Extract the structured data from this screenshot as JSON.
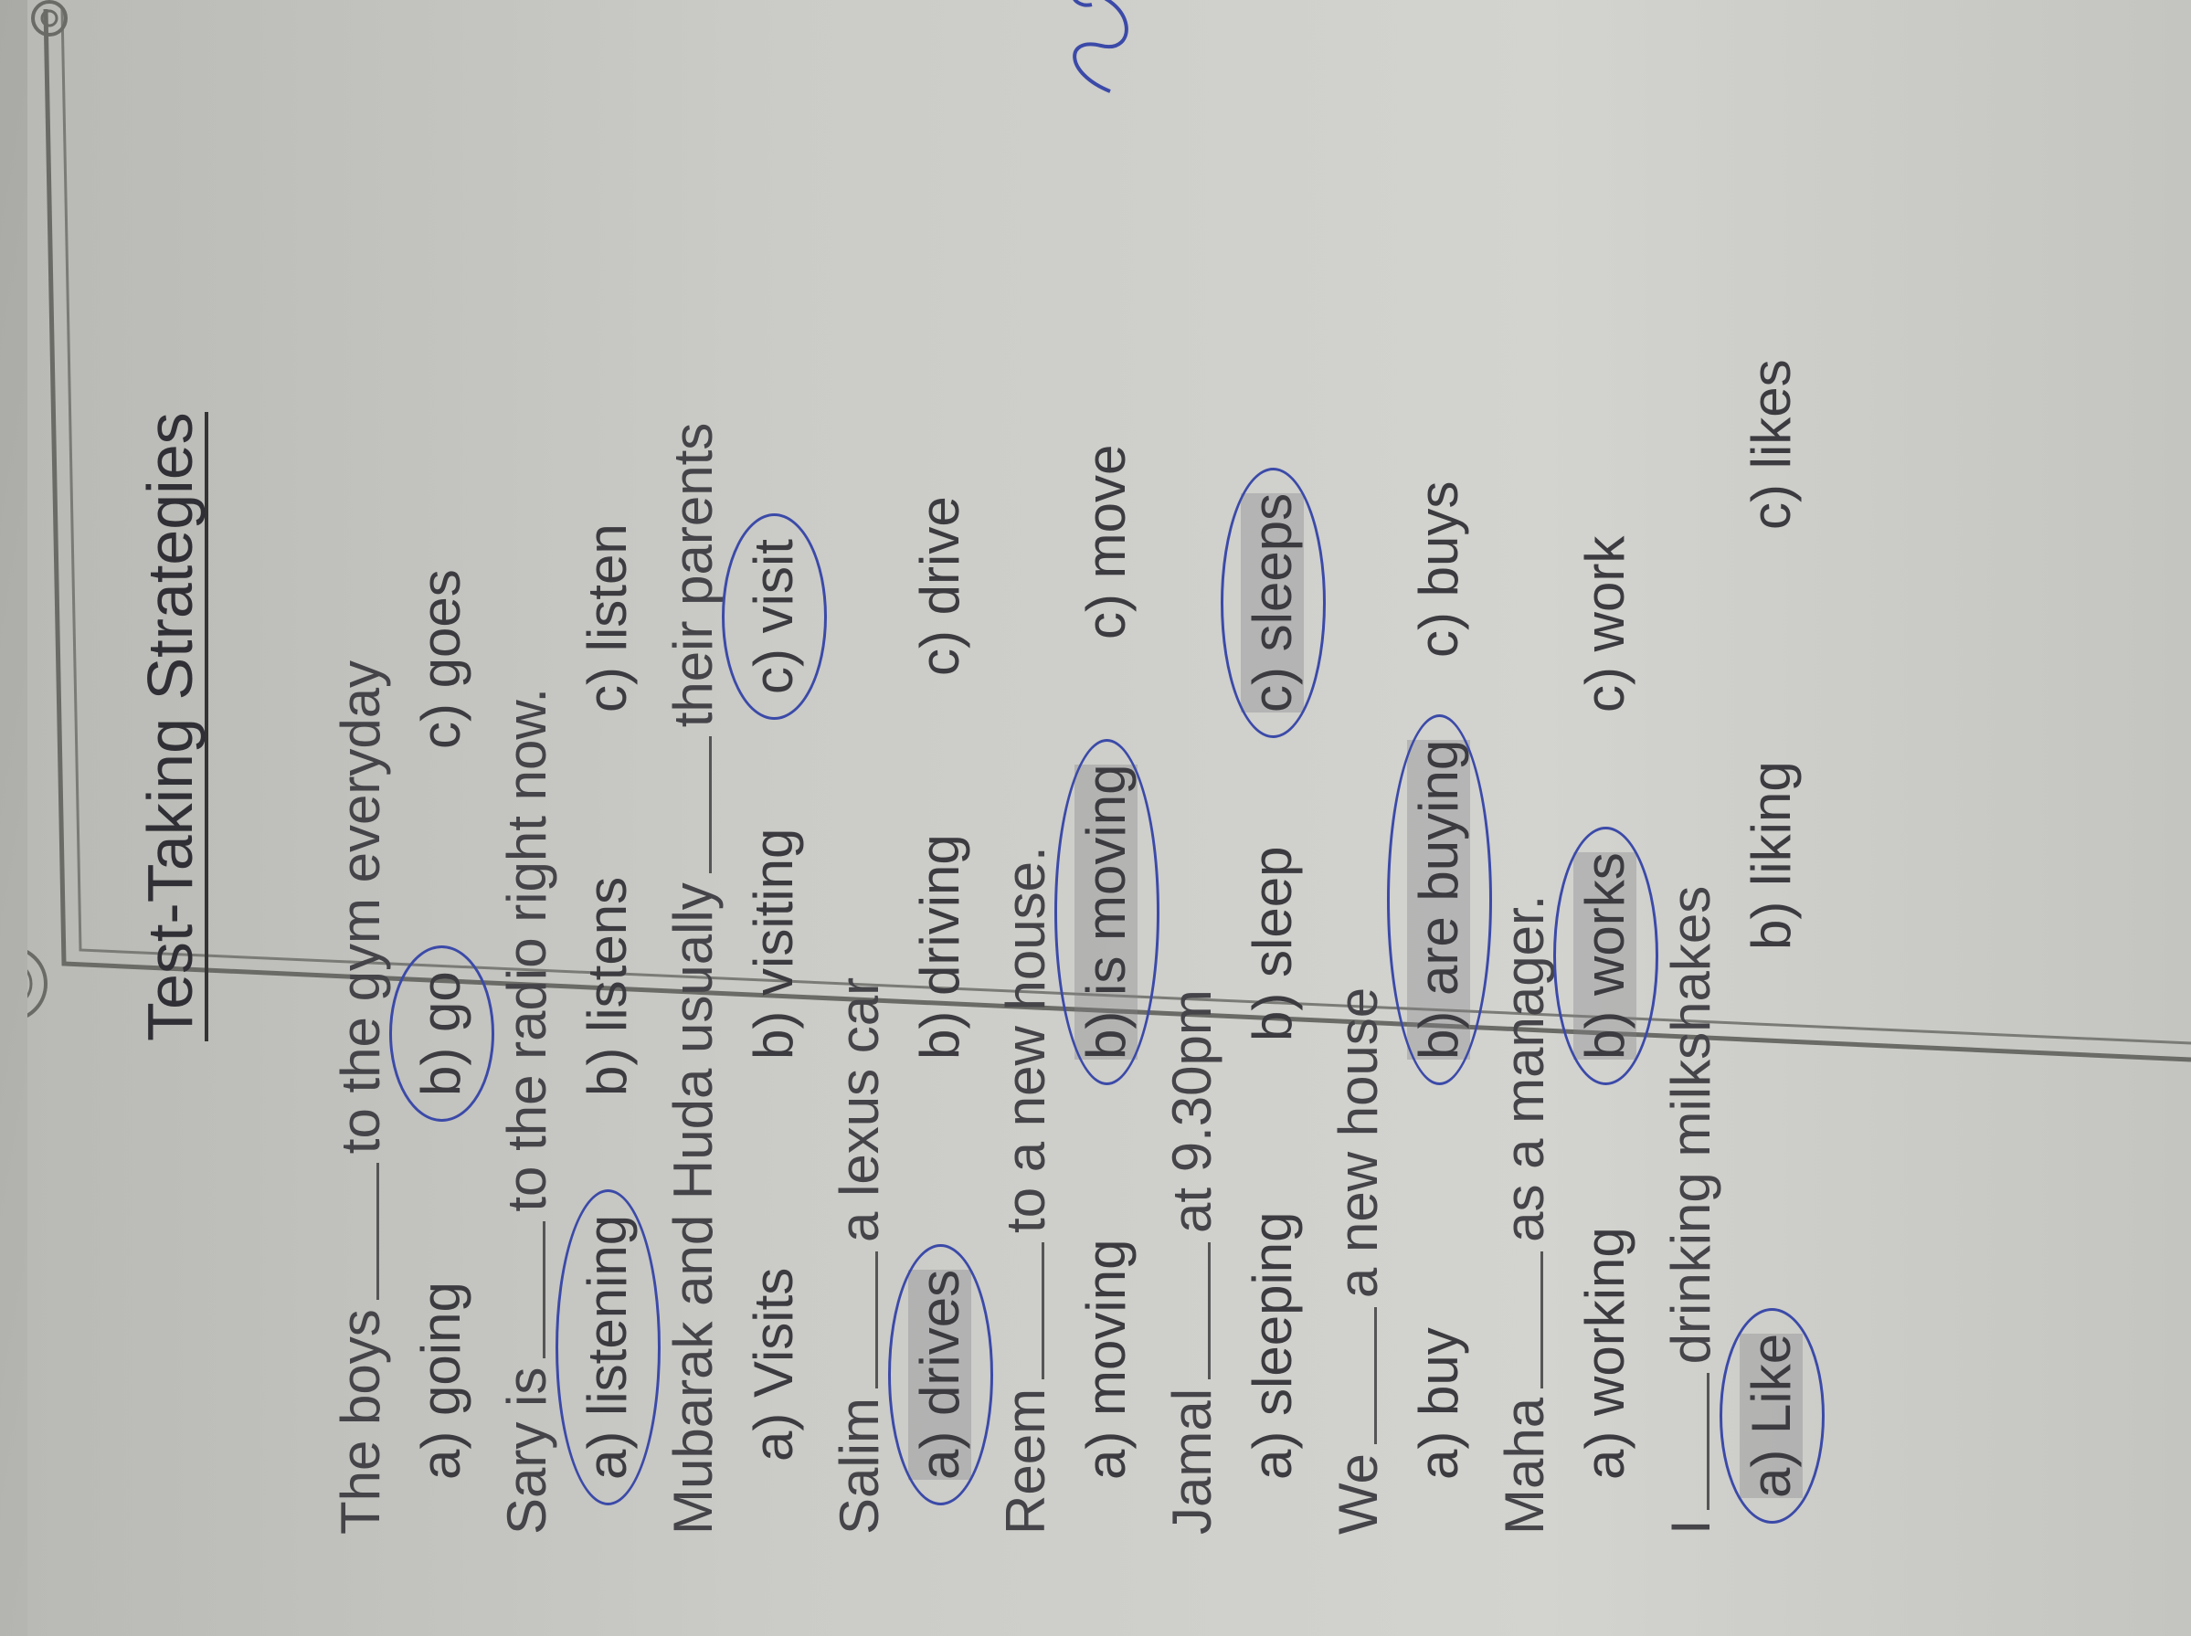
{
  "worksheet": {
    "title": "Test-Taking Strategies",
    "questions": [
      {
        "before": "The boys",
        "after": "to the gym everyday",
        "options": [
          "a) going",
          "b) go",
          "c) goes"
        ],
        "selected": 1
      },
      {
        "before": "Sary is",
        "after": "to the radio right now.",
        "options": [
          "a) listening",
          "b) listens",
          "c) listen"
        ],
        "selected": 0
      },
      {
        "before": "Mubarak and Huda usually",
        "after": "their parents",
        "options": [
          "a) Visits",
          "b) visiting",
          "c) visit"
        ],
        "selected": 2
      },
      {
        "before": "Salim",
        "after": "a lexus car",
        "options": [
          "a) drives",
          "b) driving",
          "c) drive"
        ],
        "selected": 0
      },
      {
        "before": "Reem",
        "after": "to a new house.",
        "options": [
          "a) moving",
          "b) is moving",
          "c) move"
        ],
        "selected": 1
      },
      {
        "before": "Jamal",
        "after": "at 9.30pm",
        "options": [
          "a) sleeping",
          "b) sleep",
          "c) sleeps"
        ],
        "selected": 2
      },
      {
        "before": "We",
        "after": "a new house",
        "options": [
          "a) buy",
          "b) are buying",
          "c) buys"
        ],
        "selected": 1
      },
      {
        "before": "Maha",
        "after": "as a manager.",
        "options": [
          "a) working",
          "b) works",
          "c) work"
        ],
        "selected": 1
      },
      {
        "before": "I",
        "after": "drinking milkshakes",
        "options": [
          "a) Like",
          "b) liking",
          "c) likes"
        ],
        "selected": 0
      }
    ],
    "colors": {
      "pen": "#3b4aa8",
      "print": "#3a3a40",
      "paper": "#cfcfcb"
    }
  }
}
